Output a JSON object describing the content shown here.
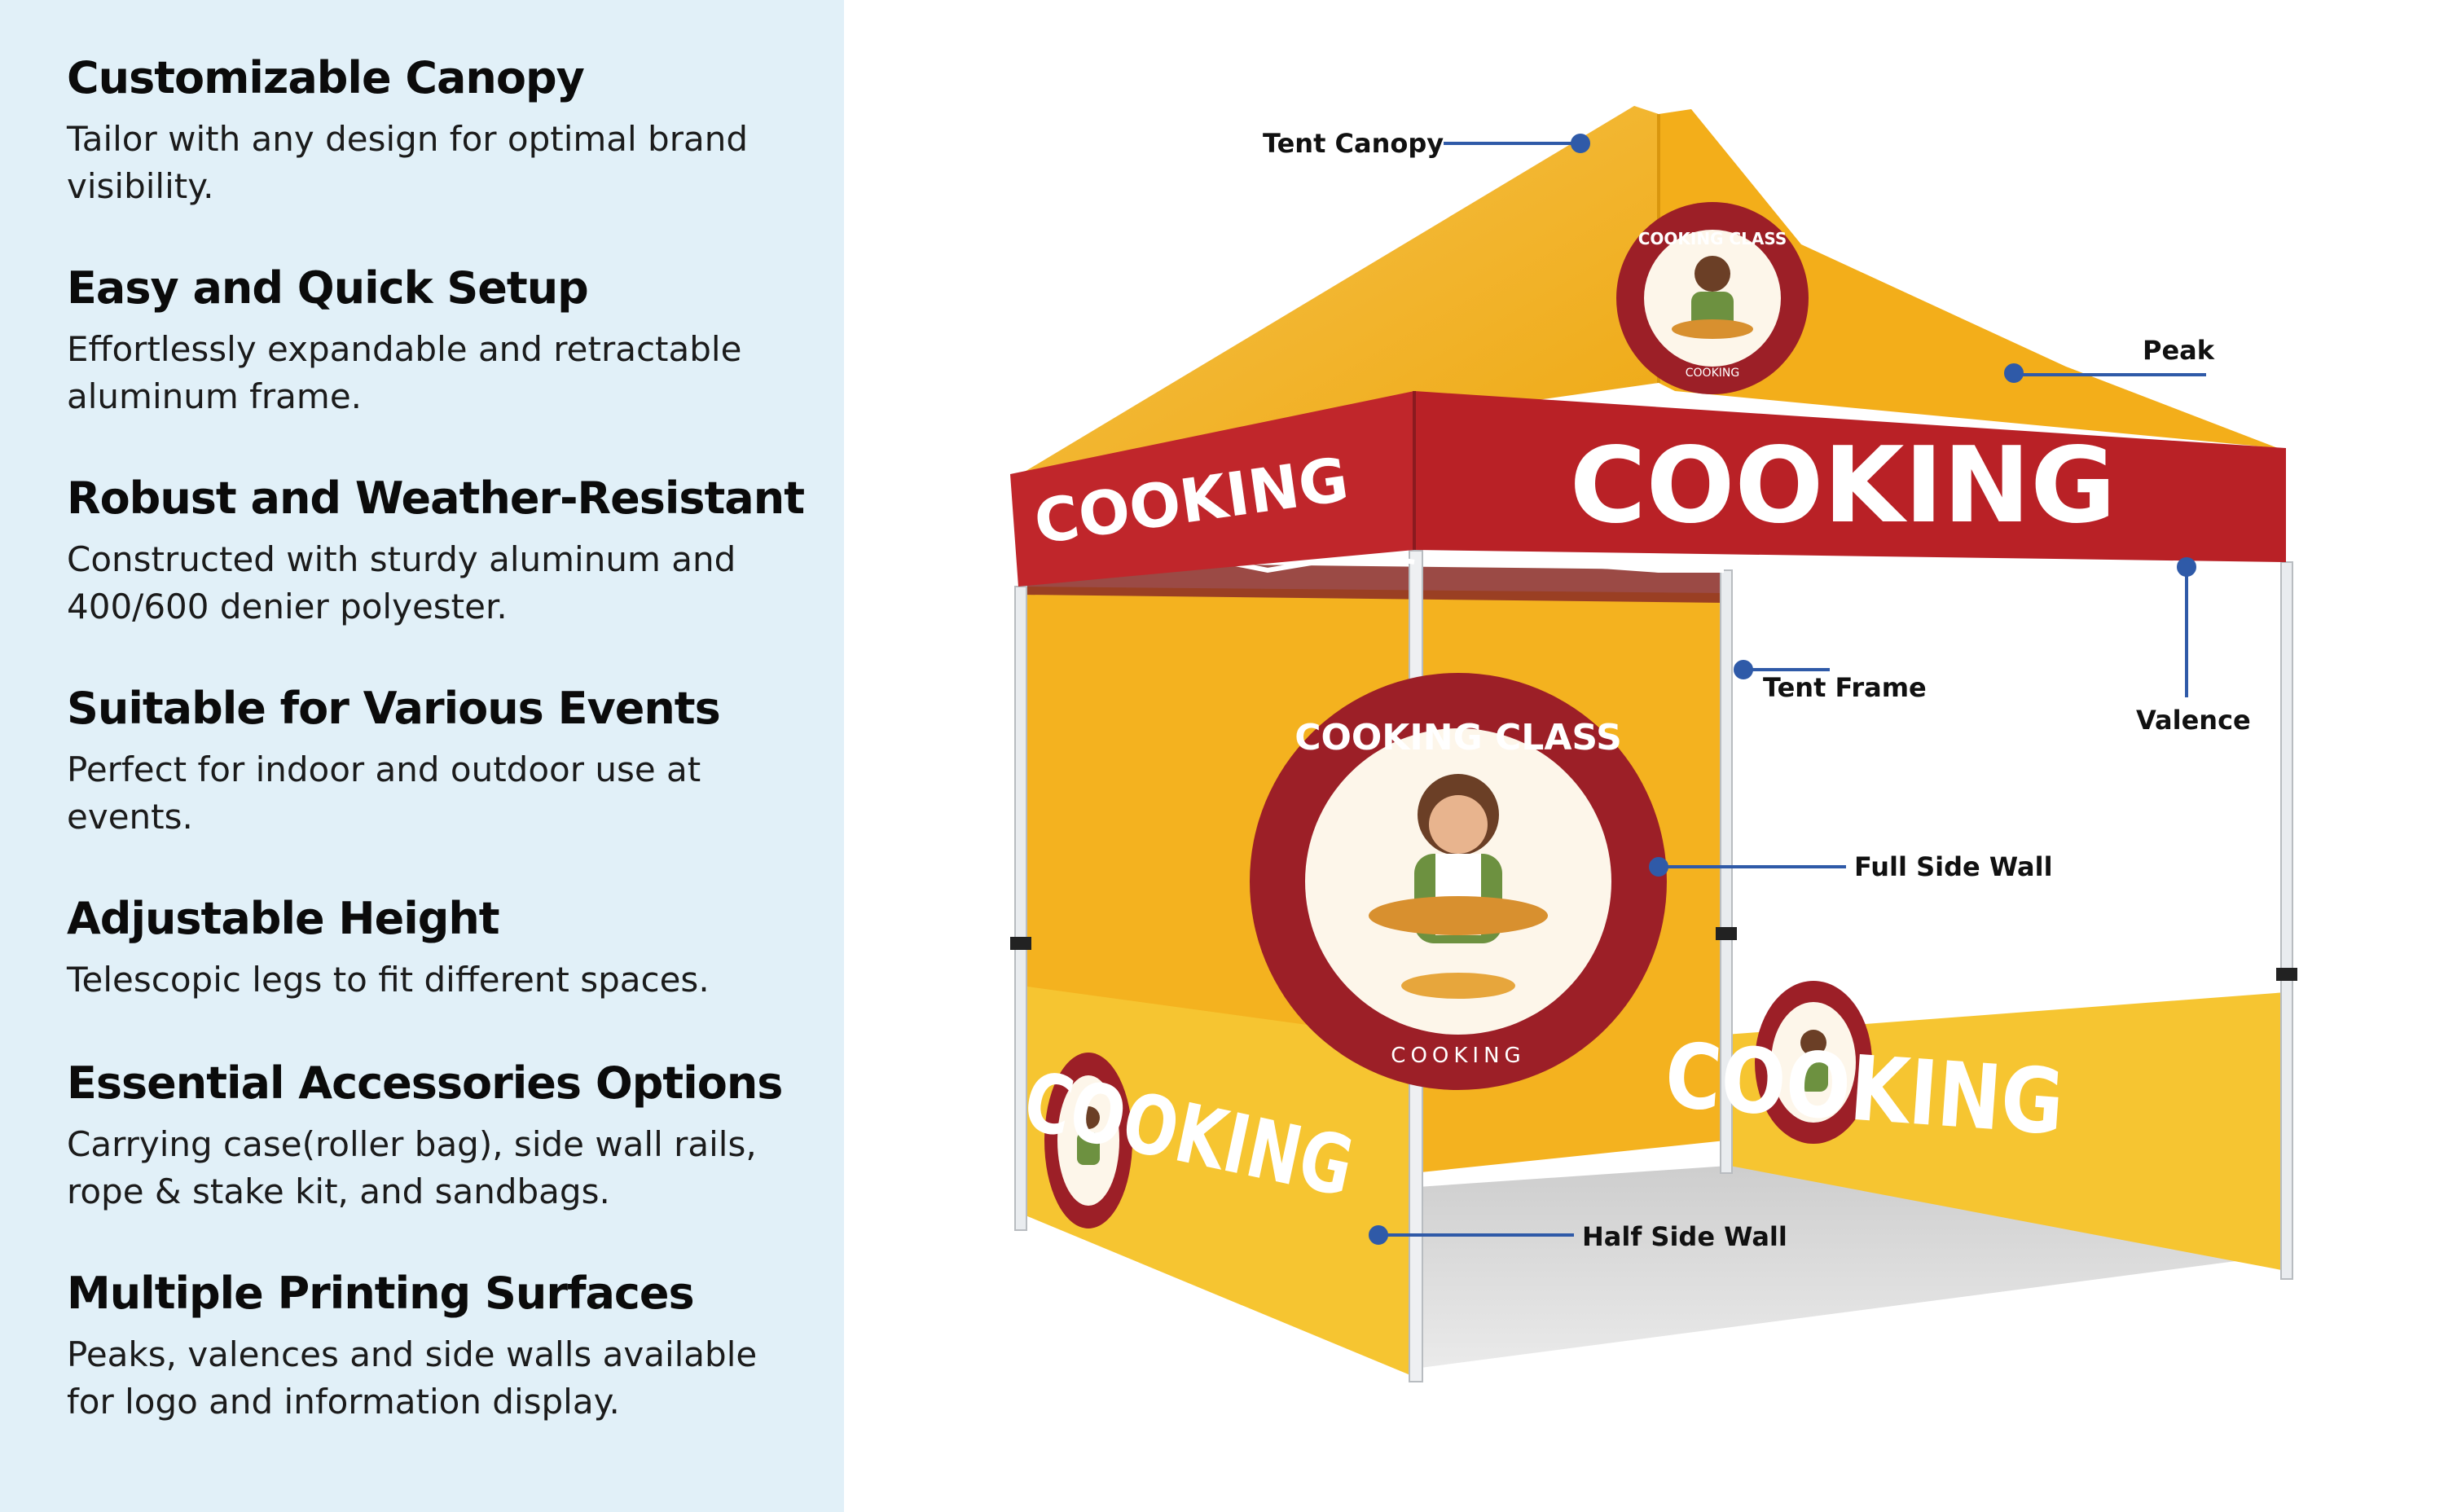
{
  "features": [
    {
      "title": "Customizable Canopy",
      "desc": "Tailor with any design for optimal brand visibility."
    },
    {
      "title": "Easy and Quick Setup",
      "desc": "Effortlessly expandable and retractable aluminum frame."
    },
    {
      "title": "Robust and Weather-Resistant",
      "desc": "Constructed with sturdy aluminum and 400/600 denier polyester."
    },
    {
      "title": "Suitable for Various Events",
      "desc": "Perfect for indoor and outdoor use at events."
    },
    {
      "title": "Adjustable Height",
      "desc": "Telescopic legs to fit different spaces."
    },
    {
      "title": "Essential Accessories Options",
      "desc": "Carrying case(roller bag), side wall rails, rope & stake kit, and sandbags."
    },
    {
      "title": "Multiple Printing Surfaces",
      "desc": "Peaks, valences and side walls available for logo and information display."
    }
  ],
  "callouts": {
    "tent_canopy": "Tent Canopy",
    "peak": "Peak",
    "tent_frame": "Tent Frame",
    "valence": "Valence",
    "full_side_wall": "Full Side Wall",
    "half_side_wall": "Half Side Wall"
  },
  "tent_print": {
    "brand_word": "COOKING",
    "badge_top": "COOKING CLASS",
    "badge_bottom": "COOKING"
  },
  "colors": {
    "sidebar_bg": "#e1f0f8",
    "canopy_yellow": "#f4b21f",
    "valence_red": "#c0262b",
    "badge_maroon": "#9c1f27",
    "wall_yellow": "#f6c531",
    "callout_blue": "#2f5aa8"
  }
}
